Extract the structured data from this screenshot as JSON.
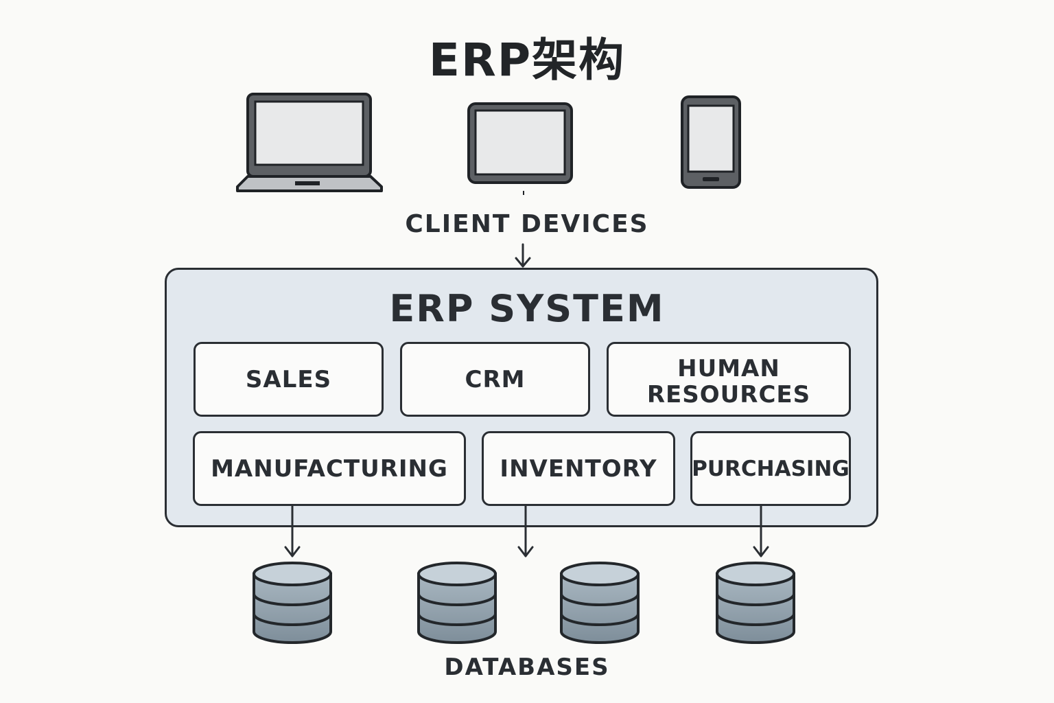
{
  "title": "ERP架构",
  "client_devices": {
    "label": "CLIENT DEVICES",
    "devices": [
      {
        "name": "laptop",
        "icon": "laptop-icon"
      },
      {
        "name": "tablet",
        "icon": "tablet-icon"
      },
      {
        "name": "smartphone",
        "icon": "smartphone-icon"
      }
    ]
  },
  "erp_system": {
    "label": "ERP SYSTEM",
    "modules_row1": [
      {
        "label": "SALES"
      },
      {
        "label": "CRM"
      },
      {
        "label": "HUMAN RESOURCES"
      }
    ],
    "modules_row2": [
      {
        "label": "MANUFACTURING"
      },
      {
        "label": "INVENTORY"
      },
      {
        "label": "PURCHASING"
      }
    ]
  },
  "databases": {
    "label": "DATABASES",
    "count": 4,
    "icon": "database-icon"
  },
  "colors": {
    "background": "#fafaf8",
    "stroke": "#2a2e33",
    "erp_fill": "#e2e8ee",
    "module_fill": "#fbfbfa",
    "device_body": "#5d6064",
    "screen": "#e8e9ea",
    "db_top": "#c6d1d9",
    "db_body": "#8d9ca7"
  }
}
